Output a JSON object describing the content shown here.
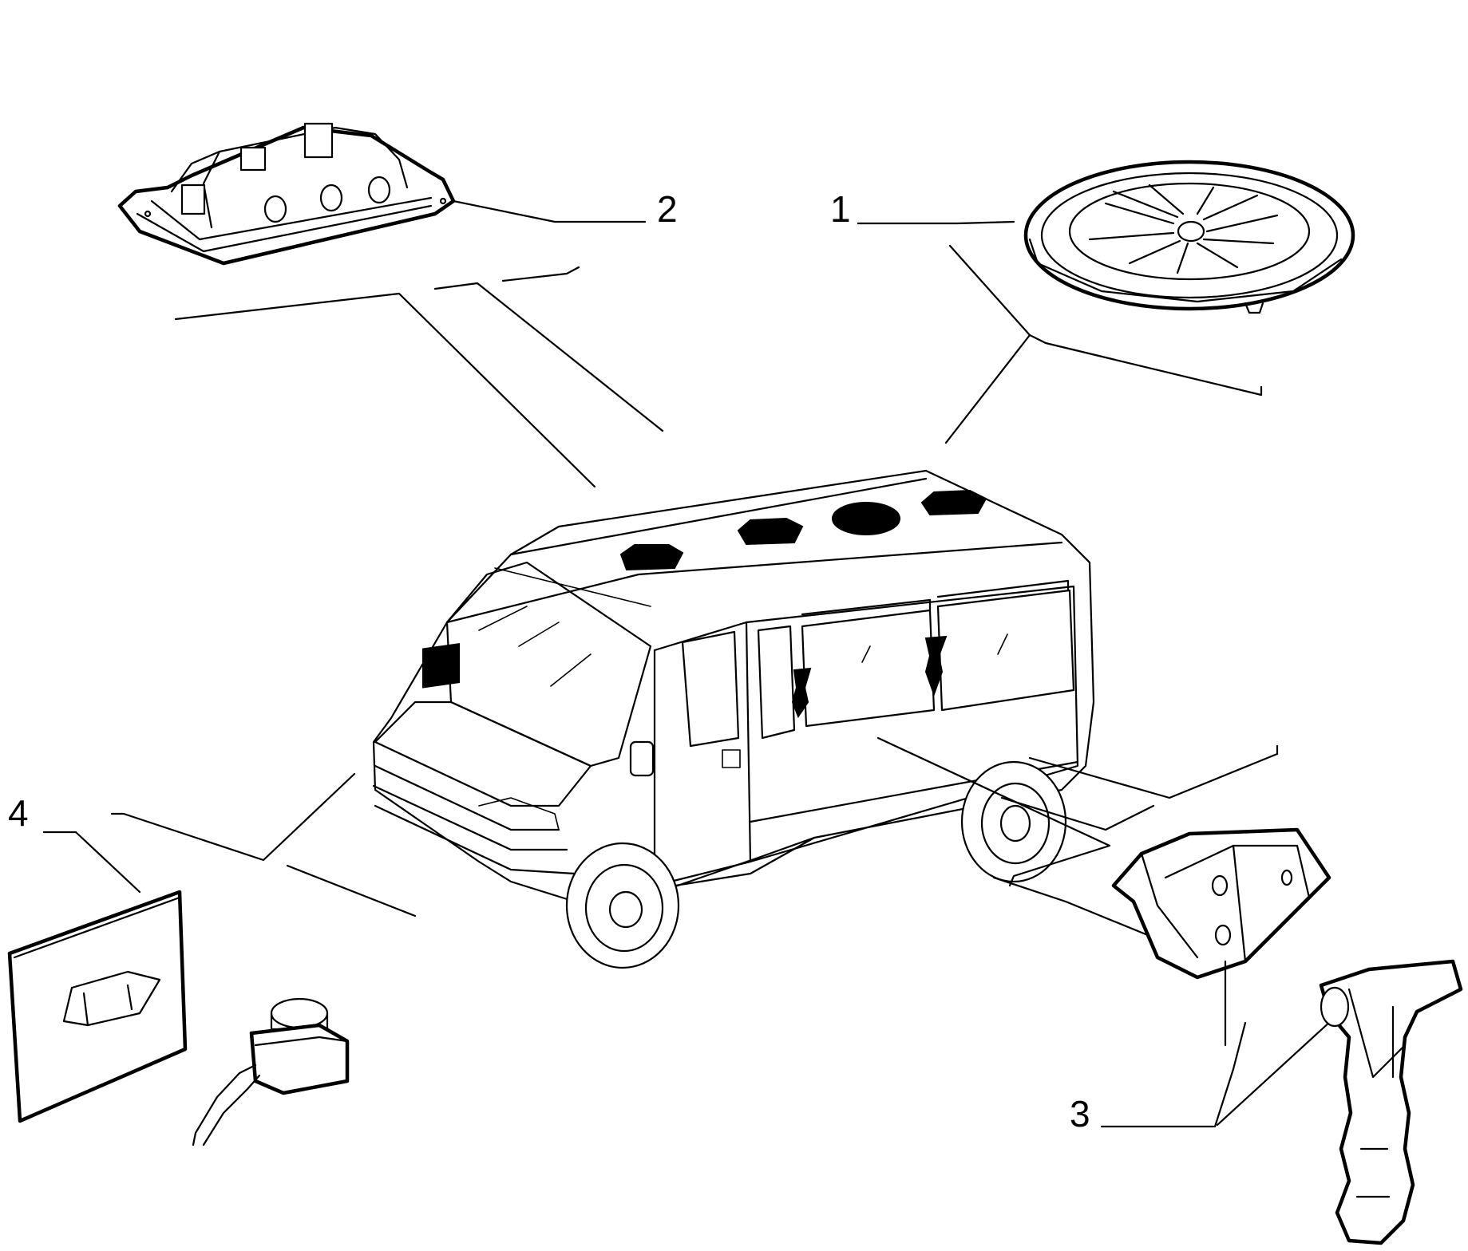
{
  "callouts": [
    {
      "id": "1",
      "label": "1",
      "part": "roof-vent-icon"
    },
    {
      "id": "2",
      "label": "2",
      "part": "roof-light-icon"
    },
    {
      "id": "3",
      "label": "3",
      "part": "window-latch-icon"
    },
    {
      "id": "4",
      "label": "4",
      "part": "hood-plate-icon"
    }
  ],
  "colors": {
    "line": "#000000",
    "background": "#ffffff"
  }
}
